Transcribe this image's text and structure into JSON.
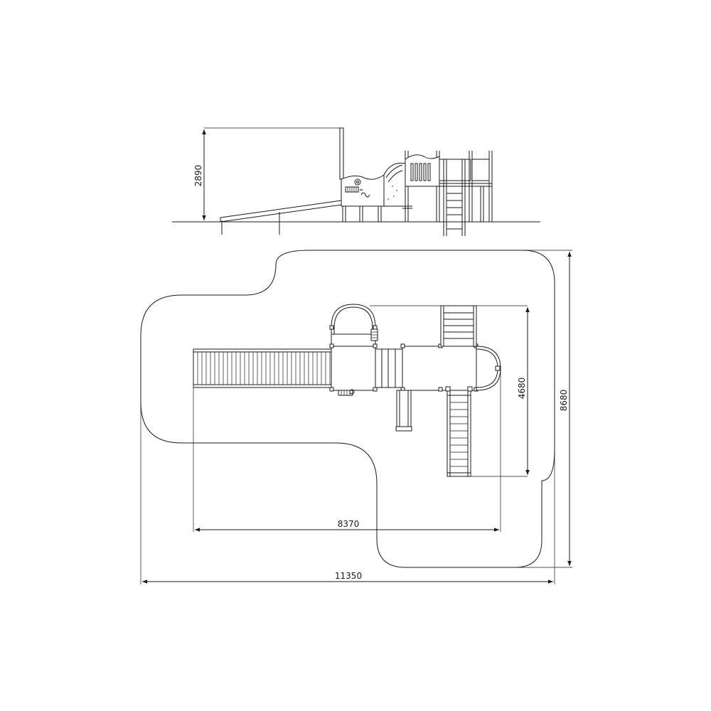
{
  "dimensions": {
    "height_side": "2890",
    "depth_inner": "4680",
    "depth_outer": "8680",
    "width_inner": "8370",
    "width_outer": "11350"
  }
}
